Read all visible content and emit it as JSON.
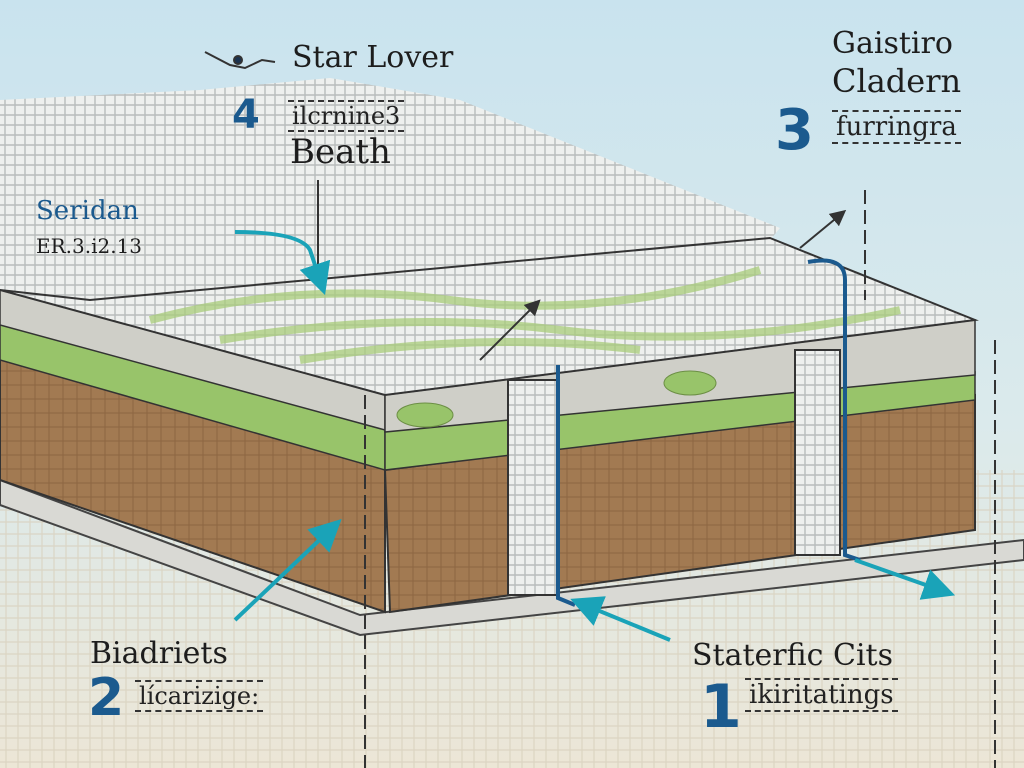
{
  "title": "Star Lover",
  "labels": {
    "l4": {
      "number": "4",
      "title": "Beath",
      "sub": "ilcrnine3"
    },
    "l3": {
      "number": "3",
      "title_line1": "Gaistiro",
      "title_line2": "Cladern",
      "sub": "furringra"
    },
    "l2": {
      "number": "2",
      "title": "Biadriets",
      "sub": "lícarizige:"
    },
    "l1": {
      "number": "1",
      "title": "Staterfic Cits",
      "sub": "ikiritatings"
    },
    "side": {
      "title": "Seridan",
      "sub": "ER.3.i2.13"
    }
  },
  "colors": {
    "accent": "#1b5a8e",
    "arrow": "#1aa3b8",
    "soil": "#9c7650",
    "grass": "#98c46a",
    "sky": "#cfe6ef"
  }
}
